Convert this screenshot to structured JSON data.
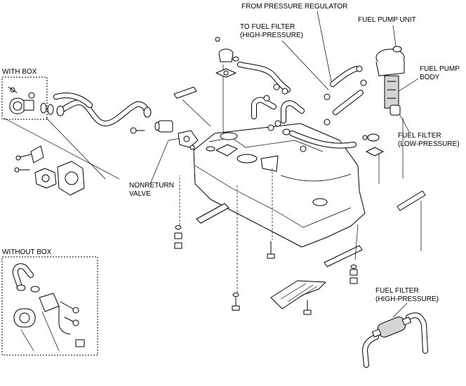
{
  "labels": {
    "from_pressure_regulator": "FROM PRESSURE REGULATOR",
    "to_fuel_filter_line1": "TO FUEL FILTER",
    "to_fuel_filter_line2": "(HIGH-PRESSURE)",
    "fuel_pump_unit": "FUEL PUMP UNIT",
    "fuel_pump_body_line1": "FUEL PUMP",
    "fuel_pump_body_line2": "BODY",
    "with_box": "WITH BOX",
    "nonreturn_valve_line1": "NONRETURN",
    "nonreturn_valve_line2": "VALVE",
    "fuel_filter_low_line1": "FUEL FILTER",
    "fuel_filter_low_line2": "(LOW-PRESSURE)",
    "without_box": "WITHOUT BOX",
    "fuel_filter_high_line1": "FUEL FILTER",
    "fuel_filter_high_line2": "(HIGH-PRESSURE)"
  }
}
